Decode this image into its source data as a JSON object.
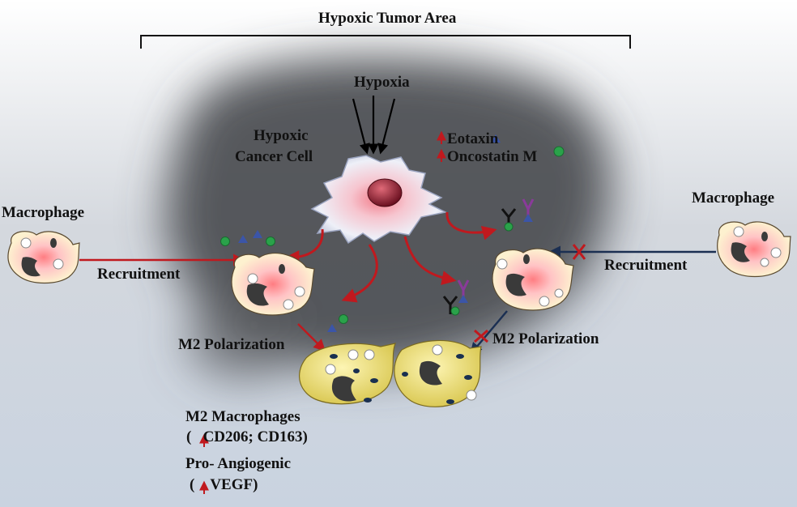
{
  "title": "Hypoxic Tumor Area",
  "hypoxia": "Hypoxia",
  "cancer_cell": {
    "line1": "Hypoxic",
    "line2": "Cancer  Cell"
  },
  "factors": {
    "eotaxin": "Eotaxin",
    "oncostatin": "Oncostatin M"
  },
  "left": {
    "macrophage": "Macrophage",
    "recruitment": "Recruitment",
    "polarization": "M2 Polarization"
  },
  "right": {
    "macrophage": "Macrophage",
    "recruitment": "Recruitment",
    "polarization": "M2 Polarization"
  },
  "outcome": {
    "m2_title": "M2 Macrophages",
    "markers": "CD206; CD163)",
    "angio_title": "Pro- Angiogenic",
    "angio_marker": "VEGF)"
  },
  "colors": {
    "red_arrow": "#c0191e",
    "navy_arrow": "#1b2f52",
    "triangle": "#3b55a8",
    "circle": "#2aa24a",
    "receptor_purple": "#8a3a9a",
    "m2_cell": "#e8d860"
  }
}
